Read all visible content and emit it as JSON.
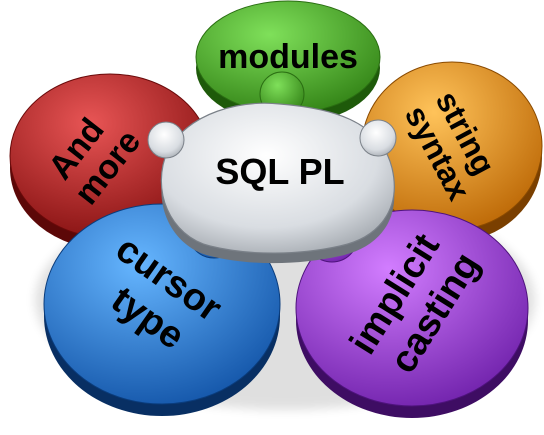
{
  "center": {
    "label": "SQL PL",
    "color": "#b8bec6"
  },
  "pieces": [
    {
      "key": "modules",
      "lines": [
        "modules"
      ],
      "color": "#3f9f1f"
    },
    {
      "key": "string",
      "lines": [
        "string",
        "syntax"
      ],
      "color": "#e58a07"
    },
    {
      "key": "implicit",
      "lines": [
        "implicit",
        "casting"
      ],
      "color": "#8a2cc9"
    },
    {
      "key": "cursor",
      "lines": [
        "cursor",
        "type"
      ],
      "color": "#1a6fd0"
    },
    {
      "key": "more",
      "lines": [
        "And",
        "more"
      ],
      "color": "#b01717"
    }
  ]
}
